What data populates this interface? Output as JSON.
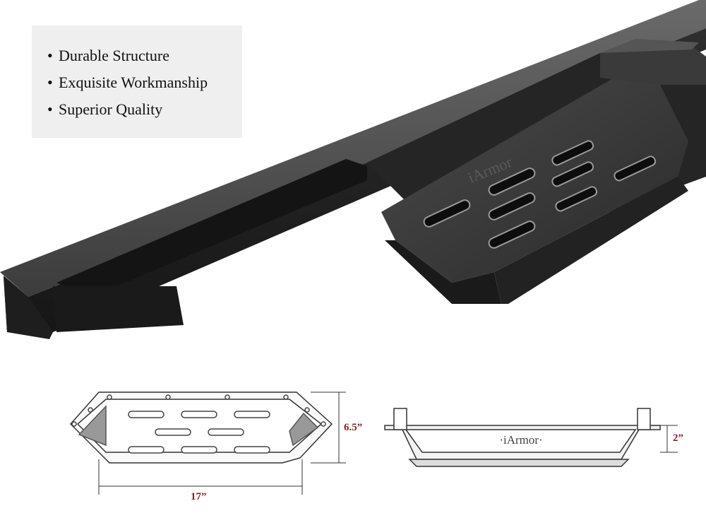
{
  "features": [
    {
      "label": "Durable Structure"
    },
    {
      "label": "Exquisite Workmanship"
    },
    {
      "label": "Superior Quality"
    }
  ],
  "brand": "iArmor",
  "diagram": {
    "brand": "·iArmor·",
    "width_label": "17”",
    "depth_label": "6.5”",
    "height_label": "2”"
  },
  "colors": {
    "product": "#2b2b2b",
    "feature_box": "#efefef",
    "dimension_text": "#8a1f1f"
  }
}
